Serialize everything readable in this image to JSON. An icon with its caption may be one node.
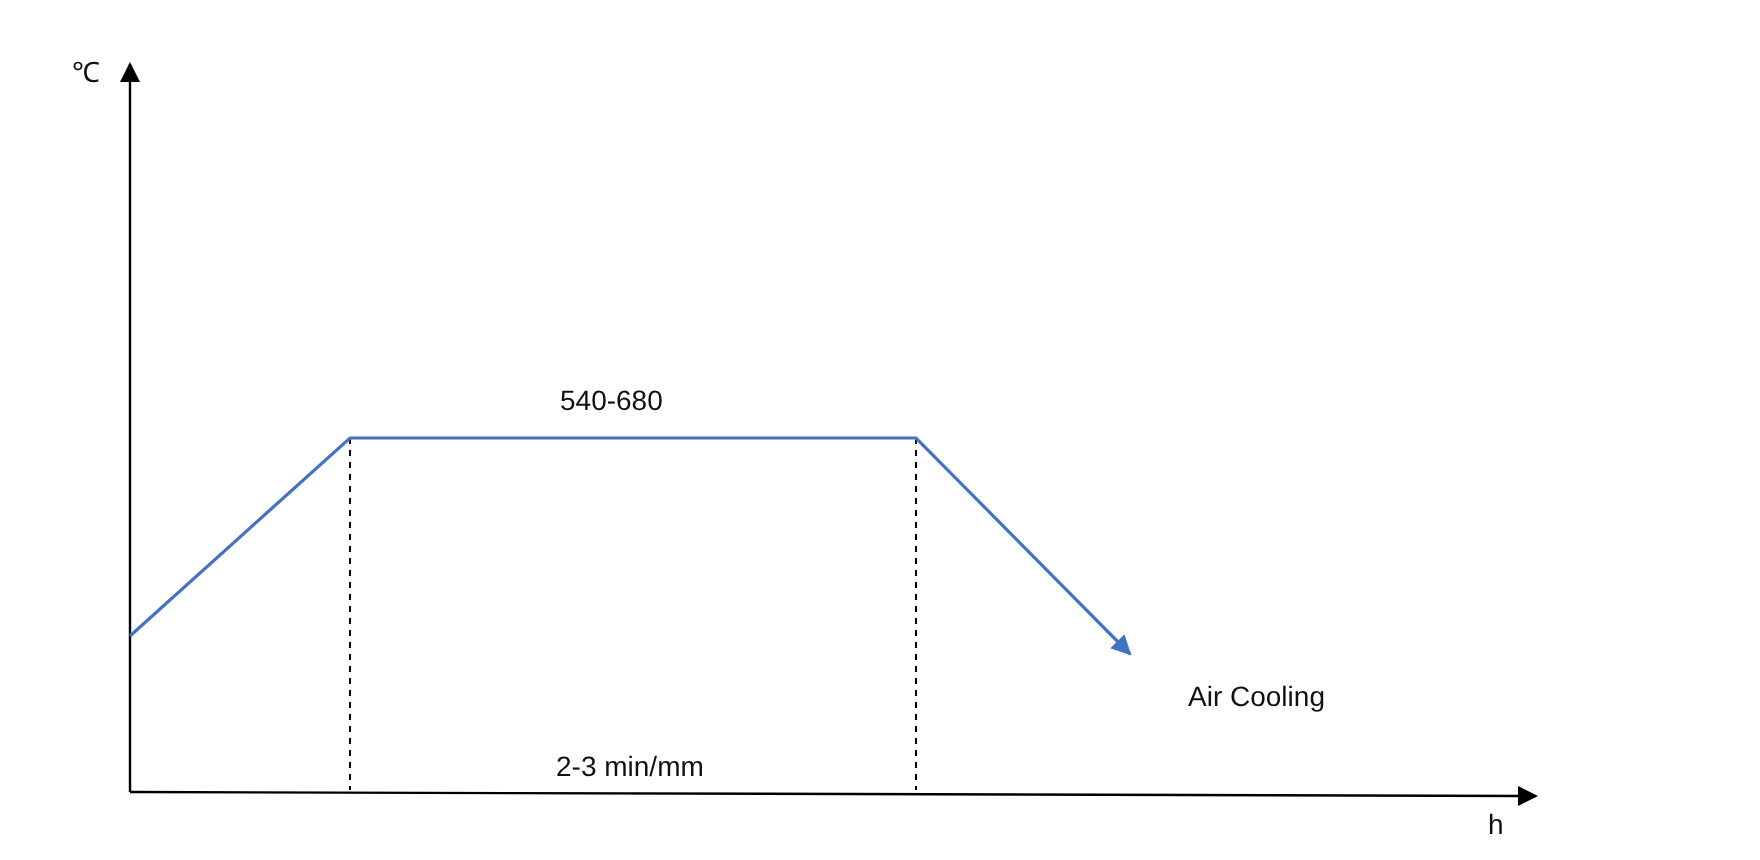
{
  "diagram": {
    "labels": [
      "℃",
      "540-680",
      "Air Cooling",
      "2-3 min/mm",
      "h"
    ]
  }
}
